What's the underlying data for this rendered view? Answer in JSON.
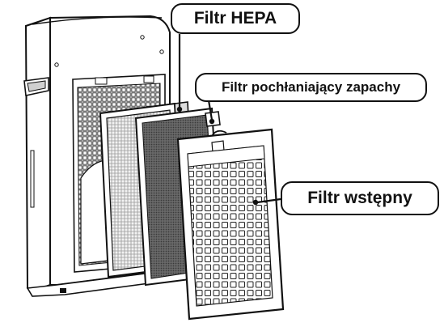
{
  "labels": {
    "hepa": "Filtr HEPA",
    "odor": "Filtr pochłaniający zapachy",
    "pre": "Filtr wstępny"
  },
  "colors": {
    "line": "#111111",
    "hepa_fill": "#eeeeee",
    "odor_fill": "#555555",
    "body_fill": "#ffffff"
  }
}
